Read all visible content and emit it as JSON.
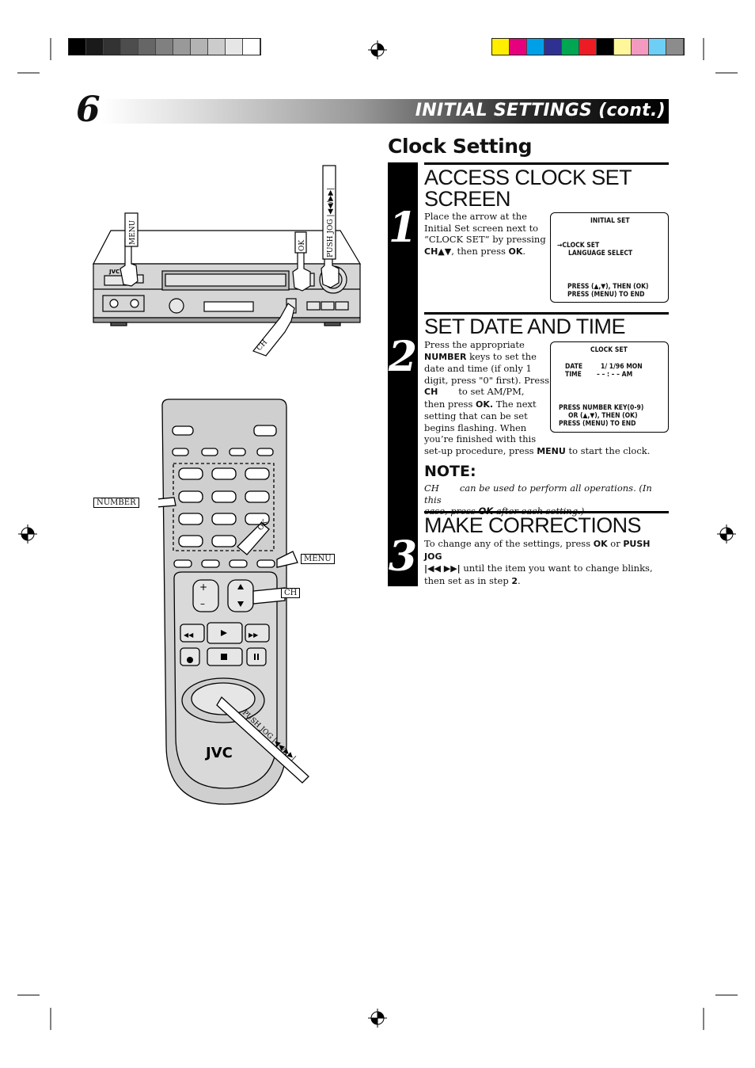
{
  "header": {
    "page_number": "6",
    "section": "INITIAL SETTINGS (cont.)"
  },
  "title": "Clock Setting",
  "steps": [
    {
      "number": "1",
      "heading_line1": "ACCESS CLOCK SET",
      "heading_line2": "SCREEN",
      "text_lines": [
        "Place the arrow at the",
        "Initial Set screen next to",
        "“CLOCK SET” by pressing"
      ],
      "line4_bold1": "CH▲▼",
      "line4_mid": ", then press ",
      "line4_bold2": "OK",
      "line4_end": ".",
      "screen": {
        "title": "INITIAL SET",
        "item1": "→CLOCK SET",
        "item2": "LANGUAGE SELECT",
        "footer1": "PRESS (▲,▼), THEN (OK)",
        "footer2": "PRESS (MENU) TO END"
      }
    },
    {
      "number": "2",
      "heading": "SET DATE AND TIME",
      "l1": "Press the appropriate",
      "l2_bold": "NUMBER",
      "l2_rest": " keys to set the",
      "l3": "date and time (if only 1",
      "l4": "digit, press \"0\" first). Press",
      "l5_bold": "CH",
      "l5_rest": "to set AM/PM,",
      "l6_pre": "then press ",
      "l6_bold": "OK.",
      "l6_rest": " The next",
      "l7": "setting that can be set",
      "l8": "begins flashing. When",
      "l9": "you’re finished with this",
      "l10_pre": "set-up procedure, press ",
      "l10_bold": "MENU",
      "l10_rest": " to start the clock.",
      "screen": {
        "title": "CLOCK SET",
        "date_label": "DATE",
        "date_value": "1/ 1/96 MON",
        "time_label": "TIME",
        "time_value": "– – : – – AM",
        "footer1": "PRESS NUMBER KEY(0-9)",
        "footer2": "OR (▲,▼), THEN (OK)",
        "footer3": "PRESS (MENU) TO END"
      }
    },
    {
      "number": "3",
      "heading": "MAKE CORRECTIONS",
      "l1_pre": "To change any of the settings, press ",
      "l1_bold1": "OK",
      "l1_mid": " or ",
      "l1_bold2": "PUSH JOG",
      "l2_bold": "|◀◀ ▶▶|",
      "l2_rest": " until the item you want to change blinks,",
      "l3_pre": "then set as in step ",
      "l3_bold": "2",
      "l3_end": "."
    }
  ],
  "note": {
    "heading": "NOTE:",
    "l1_a": "CH",
    "l1_b": "can be used to perform all operations. (In this",
    "l2_a": "case, press ",
    "l2_b": "OK",
    "l2_c": " after each setting.)"
  },
  "vcr_labels": {
    "brand": "JVC",
    "menu": "MENU",
    "ok": "OK",
    "push_jog": "PUSH JOG |◀◀/▶▶|",
    "ch": "CH"
  },
  "remote_labels": {
    "brand": "JVC",
    "number": "NUMBER",
    "ok": "OK",
    "menu": "MENU",
    "ch": "CH",
    "push_jog": "PUSH JOG |◀◀/▶▶|"
  },
  "colors": {
    "gray_bar": [
      "#000000",
      "#1a1a1a",
      "#333333",
      "#4d4d4d",
      "#666666",
      "#808080",
      "#999999",
      "#b3b3b3",
      "#cccccc",
      "#e6e6e6",
      "#ffffff"
    ],
    "color_bar": [
      "#ffee00",
      "#e6007e",
      "#00a0e9",
      "#2e3192",
      "#00a651",
      "#ed1c24",
      "#000000",
      "#fff799",
      "#f49ac1",
      "#6dcff6",
      "#8c8c8c"
    ]
  }
}
